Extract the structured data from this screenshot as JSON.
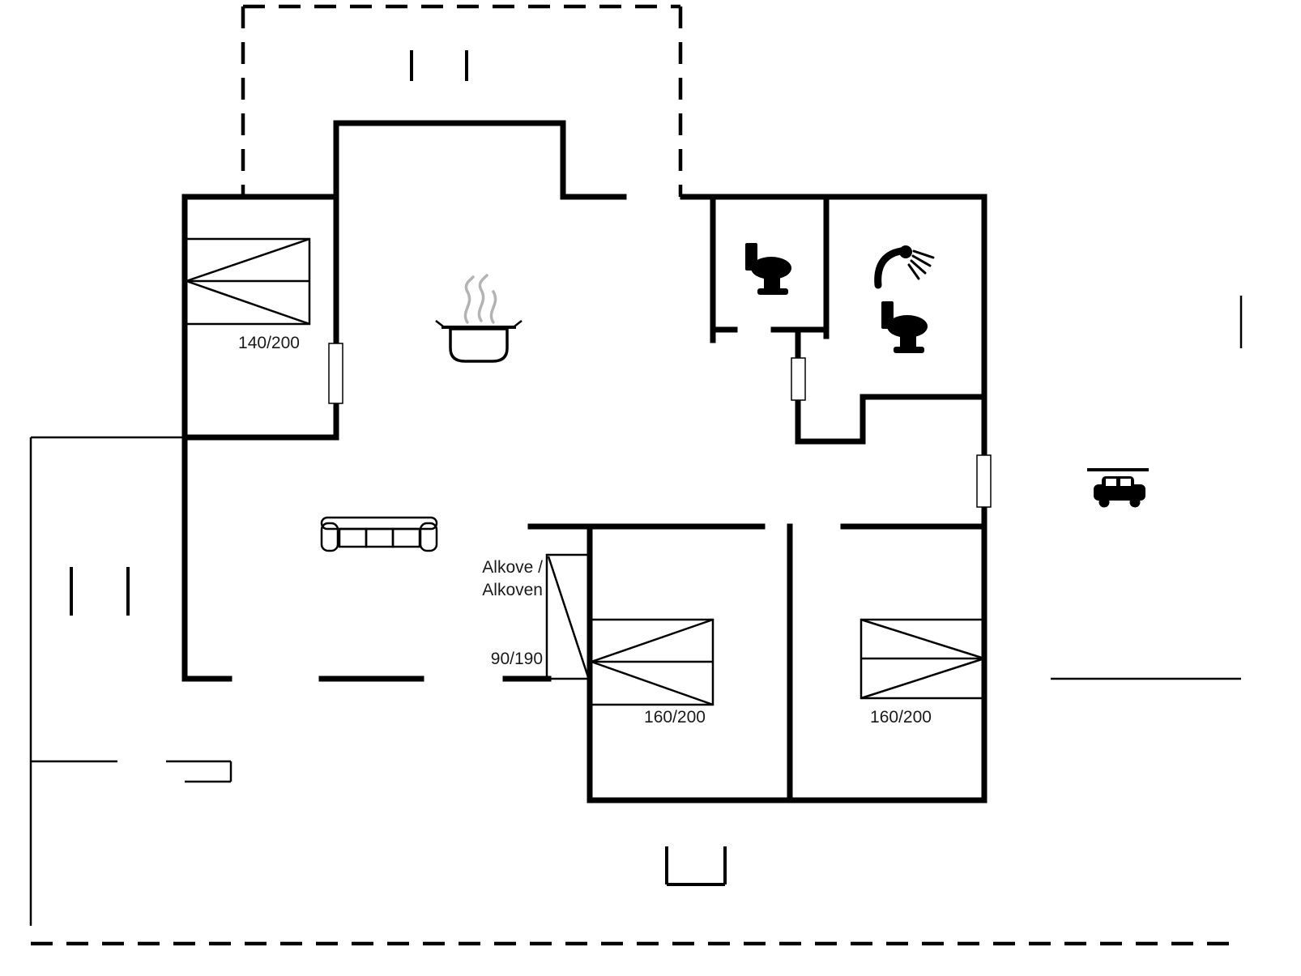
{
  "floor_plan": {
    "type": "house-floor-plan",
    "colors": {
      "background_color": "#ffffff",
      "wall_color": "#000000",
      "steam_color": "#b3b3b3",
      "text_color": "#1a1a1a"
    },
    "rooms": {
      "bedroom_top_left": {
        "bed_size": "140/200"
      },
      "bedroom_bottom_left": {
        "bed_size": "160/200"
      },
      "bedroom_bottom_right": {
        "bed_size": "160/200"
      },
      "alkove": {
        "label_line1": "Alkove /",
        "label_line2": "Alkoven",
        "bed_size": "90/190"
      }
    },
    "icons": {
      "kitchen": "cooking-pot-icon",
      "wc": "toilet-icon",
      "bathroom_shower": "shower-icon",
      "bathroom_toilet": "toilet-icon",
      "living_room": "sofa-icon",
      "carport": "car-icon"
    }
  }
}
